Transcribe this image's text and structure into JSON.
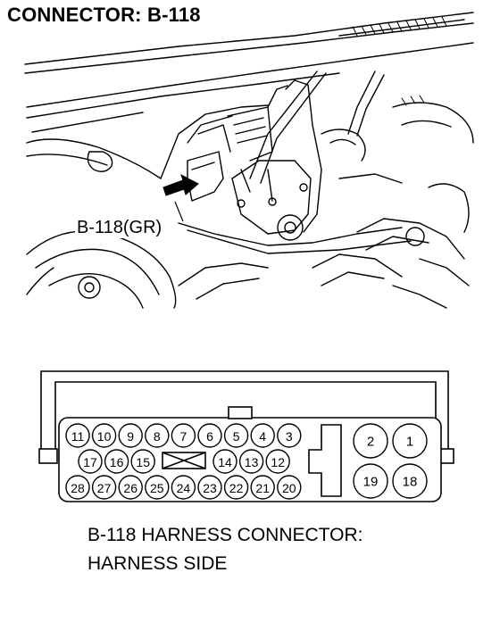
{
  "title": "CONNECTOR: B-118",
  "callout": "B-118(GR)",
  "caption": {
    "line1": "B-118 HARNESS CONNECTOR:",
    "line2": "HARNESS SIDE"
  },
  "connector": {
    "row1": [
      "11",
      "10",
      "9",
      "8",
      "7",
      "6",
      "5",
      "4",
      "3"
    ],
    "row2_left": [
      "17",
      "16",
      "15"
    ],
    "row2_right": [
      "14",
      "13",
      "12"
    ],
    "row3": [
      "28",
      "27",
      "26",
      "25",
      "24",
      "23",
      "22",
      "21",
      "20"
    ],
    "big_top": [
      "2",
      "1"
    ],
    "big_bottom": [
      "19",
      "18"
    ]
  }
}
